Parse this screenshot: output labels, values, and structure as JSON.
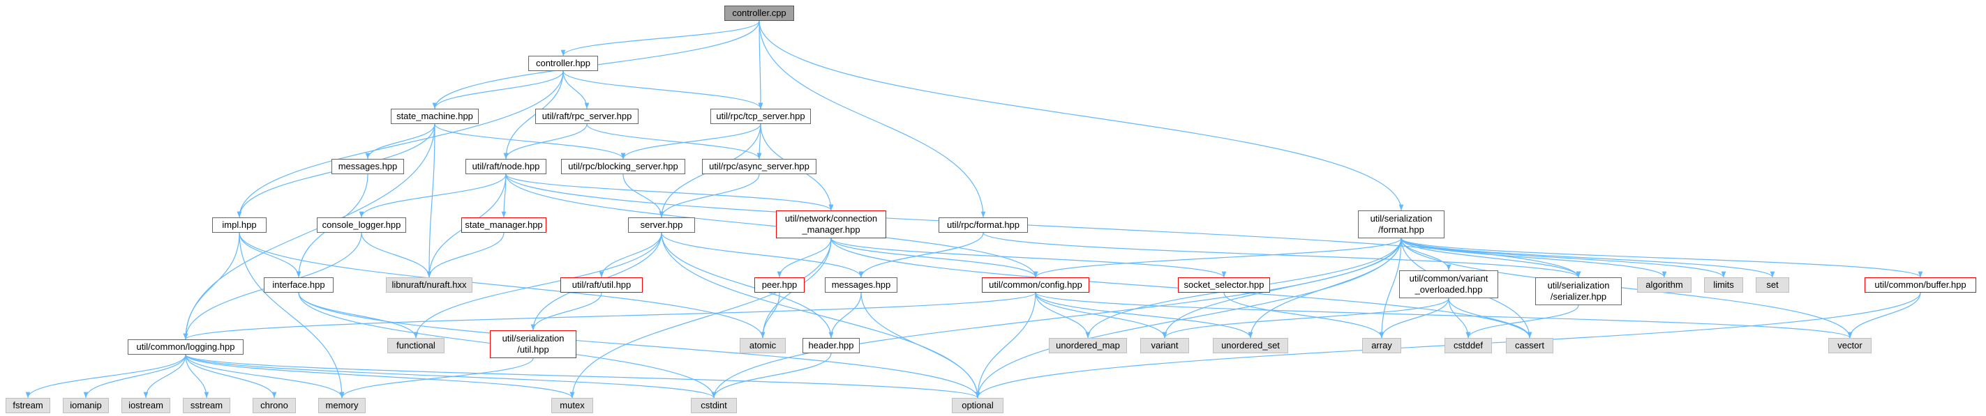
{
  "colors": {
    "edge": "#63b8ff",
    "root_fill": "#a0a0a0",
    "external_fill": "#e0e0e0",
    "incomplete_border": "#ff0000"
  },
  "nodes": {
    "controller_cpp": "controller.cpp",
    "controller_hpp": "controller.hpp",
    "state_machine_hpp": "state_machine.hpp",
    "util_raft_rpc_server_hpp": "util/raft/rpc_server.hpp",
    "util_rpc_tcp_server_hpp": "util/rpc/tcp_server.hpp",
    "messages_hpp_1": "messages.hpp",
    "util_raft_node_hpp": "util/raft/node.hpp",
    "util_rpc_blocking_server_hpp": "util/rpc/blocking_server.hpp",
    "util_rpc_async_server_hpp": "util/rpc/async_server.hpp",
    "impl_hpp": "impl.hpp",
    "console_logger_hpp": "console_logger.hpp",
    "state_manager_hpp": "state_manager.hpp",
    "server_hpp": "server.hpp",
    "util_network_connection_manager_hpp": "util/network/connection\n_manager.hpp",
    "util_rpc_format_hpp": "util/rpc/format.hpp",
    "util_serialization_format_hpp": "util/serialization\n/format.hpp",
    "libnuraft_nuraft_hxx": "libnuraft/nuraft.hxx",
    "interface_hpp": "interface.hpp",
    "util_raft_util_hpp": "util/raft/util.hpp",
    "peer_hpp": "peer.hpp",
    "messages_hpp_2": "messages.hpp",
    "util_common_config_hpp": "util/common/config.hpp",
    "socket_selector_hpp": "socket_selector.hpp",
    "util_common_variant_overloaded_hpp": "util/common/variant\n_overloaded.hpp",
    "util_serialization_serializer_hpp": "util/serialization\n/serializer.hpp",
    "algorithm": "algorithm",
    "limits": "limits",
    "set": "set",
    "util_common_buffer_hpp": "util/common/buffer.hpp",
    "util_serialization_util_hpp": "util/serialization\n/util.hpp",
    "functional": "functional",
    "atomic": "atomic",
    "header_hpp": "header.hpp",
    "unordered_map": "unordered_map",
    "variant": "variant",
    "unordered_set": "unordered_set",
    "array": "array",
    "cstddef": "cstddef",
    "cassert": "cassert",
    "vector": "vector",
    "util_common_logging_hpp": "util/common/logging.hpp",
    "fstream": "fstream",
    "iomanip": "iomanip",
    "iostream": "iostream",
    "sstream": "sstream",
    "chrono": "chrono",
    "memory": "memory",
    "mutex": "mutex",
    "cstdint": "cstdint",
    "optional": "optional"
  }
}
